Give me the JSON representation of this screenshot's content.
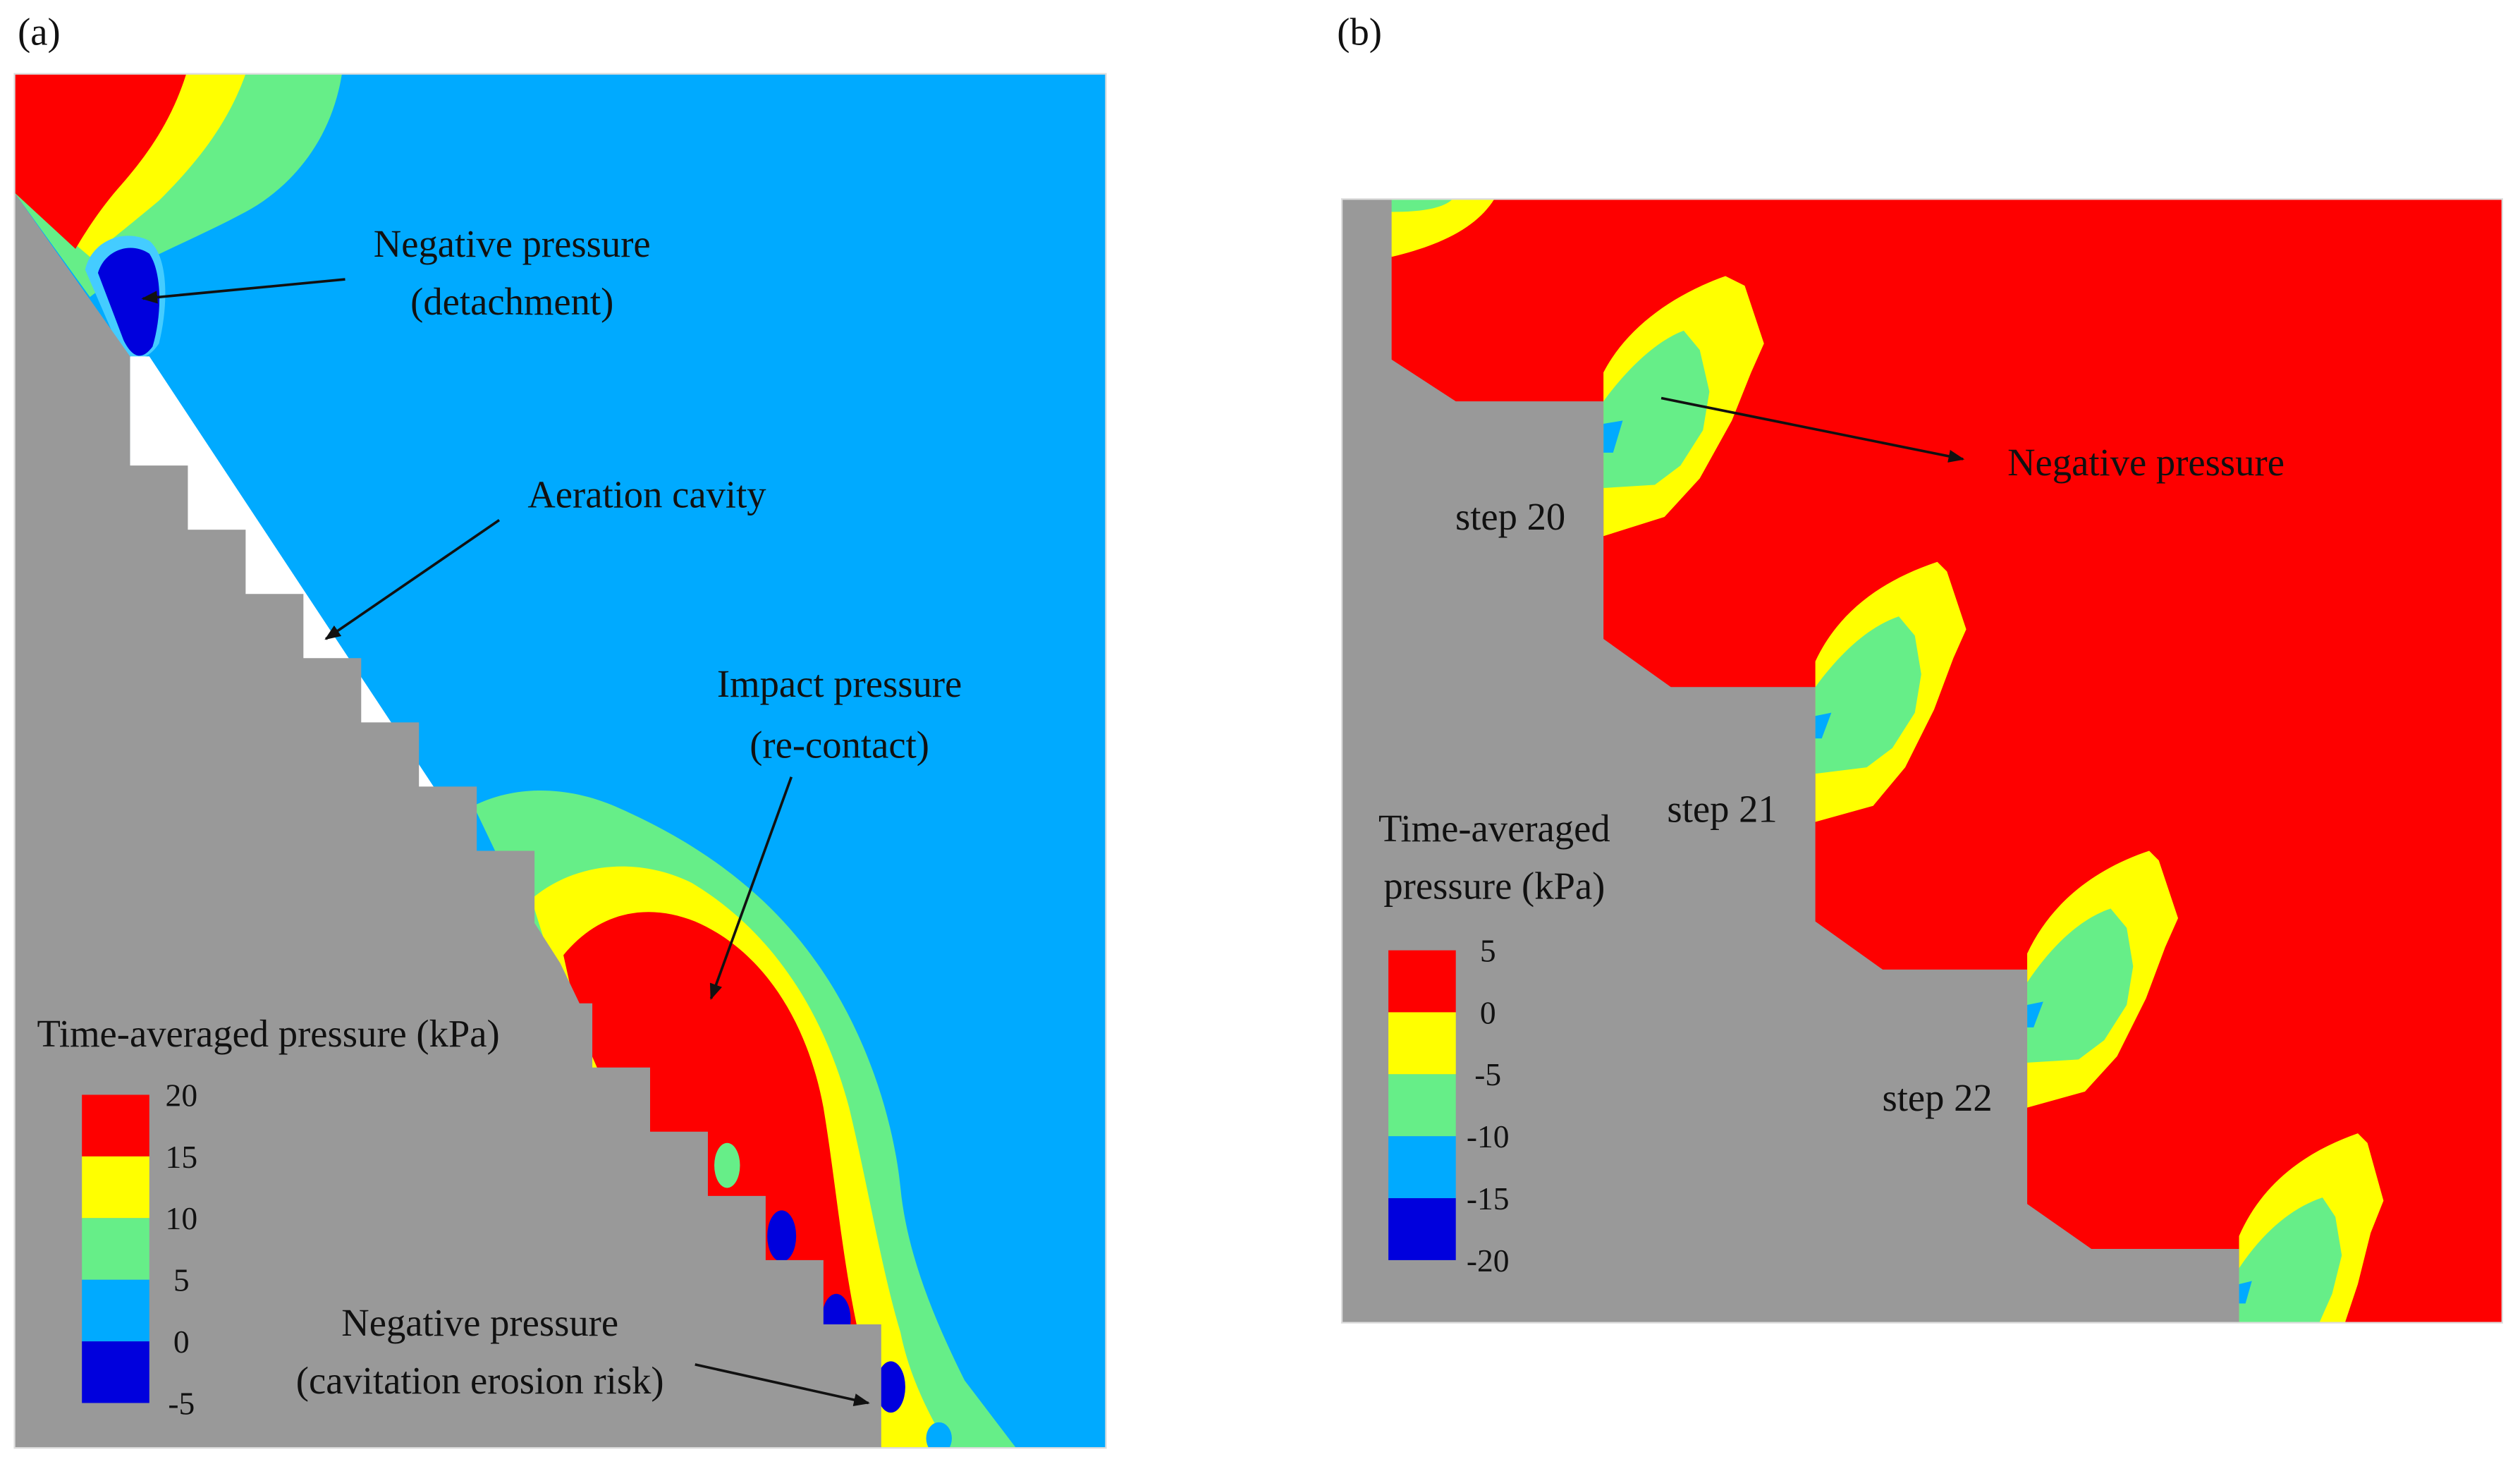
{
  "colors": {
    "gray": "#999999",
    "red": "#fe0000",
    "yellow": "#ffff00",
    "green": "#66ee88",
    "light_blue": "#00aaff",
    "dark_blue": "#0000dd",
    "cavity": "#ffffff"
  },
  "panel_a": {
    "tag": "(a)",
    "annotations": {
      "neg_detach_line1": "Negative pressure",
      "neg_detach_line2": "(detachment)",
      "aeration": "Aeration cavity",
      "impact_line1": "Impact pressure",
      "impact_line2": "(re-contact)",
      "neg_cav_line1": "Negative pressure",
      "neg_cav_line2": "(cavitation erosion risk)"
    },
    "legend": {
      "title": "Time-averaged pressure (kPa)",
      "ticks": [
        "20",
        "15",
        "10",
        "5",
        "0",
        "-5"
      ]
    }
  },
  "panel_b": {
    "tag": "(b)",
    "annotations": {
      "negative": "Negative pressure",
      "step20": "step 20",
      "step21": "step 21",
      "step22": "step 22"
    },
    "legend": {
      "title_line1": "Time-averaged",
      "title_line2": "pressure (kPa)",
      "ticks": [
        "5",
        "0",
        "-5",
        "-10",
        "-15",
        "-20"
      ]
    }
  }
}
